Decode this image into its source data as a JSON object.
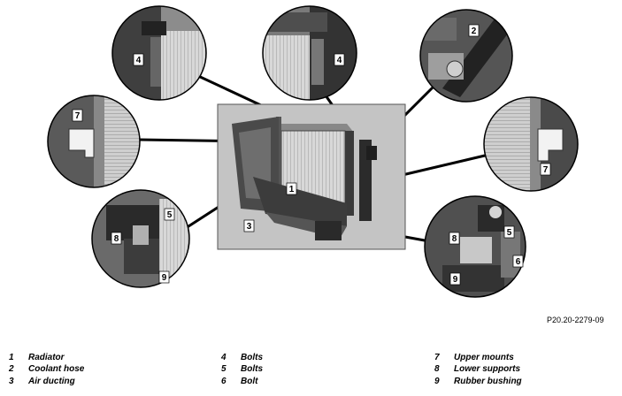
{
  "figure": {
    "reference_code": "P20.20-2279-09",
    "callouts": [
      "1",
      "2",
      "3",
      "4",
      "4",
      "5",
      "5",
      "6",
      "7",
      "7",
      "8",
      "8",
      "9",
      "9"
    ]
  },
  "legend": [
    {
      "num": "1",
      "label": "Radiator"
    },
    {
      "num": "2",
      "label": "Coolant hose"
    },
    {
      "num": "3",
      "label": "Air ducting"
    },
    {
      "num": "4",
      "label": "Bolts"
    },
    {
      "num": "5",
      "label": "Bolts"
    },
    {
      "num": "6",
      "label": "Bolt"
    },
    {
      "num": "7",
      "label": "Upper mounts"
    },
    {
      "num": "8",
      "label": "Lower supports"
    },
    {
      "num": "9",
      "label": "Rubber bushing"
    }
  ]
}
